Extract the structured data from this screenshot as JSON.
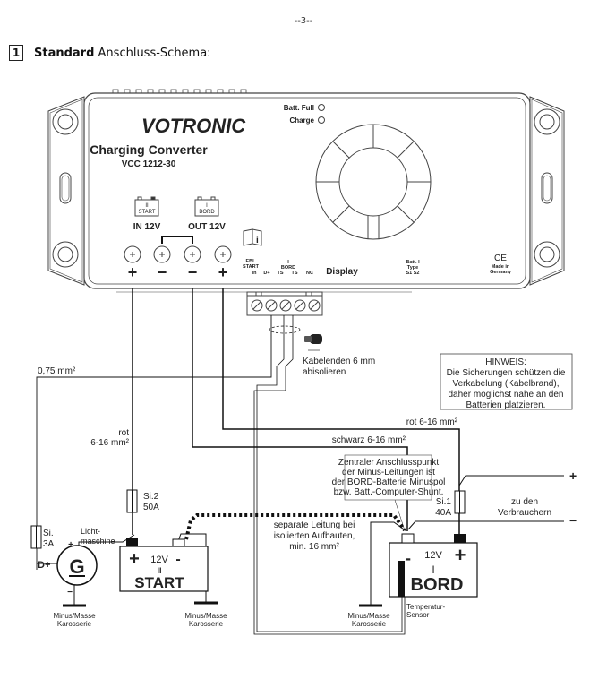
{
  "page_number": "--3--",
  "section": {
    "number": "1",
    "title_bold": "Standard",
    "title_rest": " Anschluss-Schema:"
  },
  "device": {
    "brand": "VOTRONIC",
    "product": "Charging Converter",
    "model": "VCC 1212-30",
    "led_batt_full": "Batt. Full",
    "led_charge": "Charge",
    "in_battery_num": "II",
    "in_battery_name": "START",
    "out_battery_num": "I",
    "out_battery_name": "BORD",
    "in_label": "IN 12V",
    "out_label": "OUT 12V",
    "terminal_signs": [
      "+",
      "−",
      "−",
      "+"
    ],
    "ebl_label": "EBL",
    "start_label": "START",
    "in_pin": "In",
    "dplus_pin": "D+",
    "bord_num": "I",
    "bord_label": "BORD",
    "ts1": "TS",
    "ts2": "TS",
    "nc": "NC",
    "display": "Display",
    "batt_type_1": "Batt. I",
    "batt_type_2": "Type",
    "batt_type_3": "S1 S2",
    "ce": "CE",
    "made_in_1": "Made in",
    "made_in_2": "Germany"
  },
  "labels": {
    "cable_075": "0,75 mm²",
    "strip_1": "Kabelenden 6 mm",
    "strip_2": "abisolieren",
    "rot_1": "rot",
    "rot_2": "6-16 mm²",
    "rot_bord": "rot 6-16 mm²",
    "schwarz": "schwarz 6-16 mm²",
    "si2_1": "Si.2",
    "si2_2": "50A",
    "si1_1": "Si.1",
    "si1_2": "40A",
    "si_1": "Si.",
    "si_2": "3A",
    "licht_1": "Licht-",
    "licht_2": "maschine",
    "dplus": "D+",
    "gen": "G",
    "plus": "+",
    "minus": "−",
    "masse_1": "Minus/Masse",
    "masse_2": "Karosserie",
    "separate_1": "separate Leitung bei",
    "separate_2": "isolierten Aufbauten,",
    "separate_3": "min. 16 mm²",
    "verbr_1": "zu den",
    "verbr_2": "Verbrauchern",
    "temp_1": "Temperatur-",
    "temp_2": "Sensor"
  },
  "hinweis": {
    "title": "HINWEIS:",
    "line1": "Die Sicherungen schützen die",
    "line2": "Verkabelung (Kabelbrand),",
    "line3": "daher möglichst nahe an den",
    "line4": "Batterien platzieren."
  },
  "central_note": {
    "line1": "Zentraler Anschlusspunkt",
    "line2": "der Minus-Leitungen ist",
    "line3": "der BORD-Batterie Minuspol",
    "line4": "bzw. Batt.-Computer-Shunt."
  },
  "start_battery": {
    "voltage": "12V",
    "num": "II",
    "name": "START",
    "plus": "+",
    "minus": "-"
  },
  "bord_battery": {
    "voltage": "12V",
    "num": "I",
    "name": "BORD",
    "plus": "+",
    "minus": "-"
  }
}
